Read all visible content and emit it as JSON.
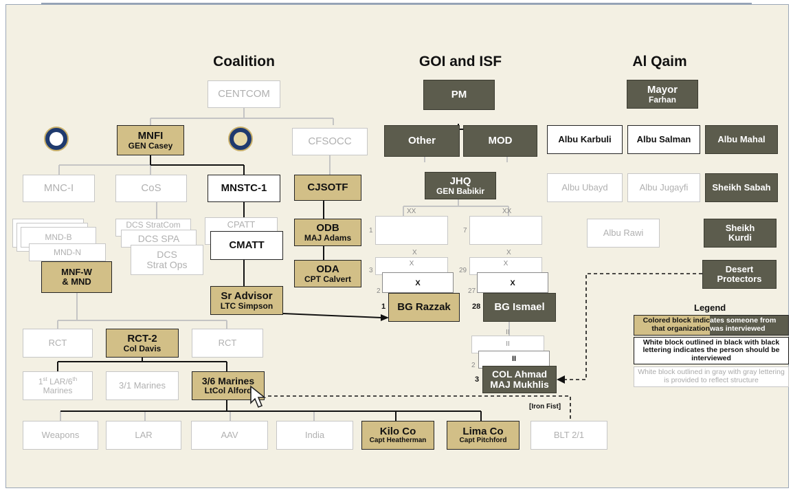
{
  "headings": {
    "coalition": "Coalition",
    "goi": "GOI and ISF",
    "alqaim": "Al Qaim"
  },
  "coalition": {
    "centcom": "CENTCOM",
    "mnfi": {
      "line1": "MNFI",
      "line2": "GEN Casey"
    },
    "cfsocc": "CFSOCC",
    "mnci": "MNC-I",
    "cos": "CoS",
    "mnstc": "MNSTC-1",
    "cjsotf": "CJSOTF",
    "mndb": "MND-B",
    "mndn": "MND-N",
    "mnfw": {
      "line1": "MNF-W",
      "line2": "& MND"
    },
    "dcs_stratcom": "DCS StratCom",
    "dcs_spa": "DCS SPA",
    "dcs_stratops": {
      "line1": "DCS",
      "line2": "Strat Ops"
    },
    "cpatt": "CPATT",
    "cmatt": "CMATT",
    "odb": {
      "line1": "ODB",
      "line2": "MAJ Adams"
    },
    "oda": {
      "line1": "ODA",
      "line2": "CPT Calvert"
    },
    "sradvisor": {
      "line1": "Sr Advisor",
      "line2": "LTC Simpson"
    },
    "rct_left": "RCT",
    "rct2": {
      "line1": "RCT-2",
      "line2": "Col Davis"
    },
    "rct_right": "RCT",
    "lar6": {
      "line1a": "1",
      "sup1": "st",
      "line1b": " LAR/6",
      "sup2": "th",
      "line2": "Marines"
    },
    "marines31": "3/1 Marines",
    "marines36": {
      "line1": "3/6 Marines",
      "line2": "LtCol Alford"
    },
    "weapons": "Weapons",
    "lar": "LAR",
    "aav": "AAV",
    "india": "India",
    "kilo": {
      "line1": "Kilo Co",
      "line2": "Capt Heatherman"
    },
    "lima": {
      "line1": "Lima Co",
      "line2": "Capt Pitchford"
    },
    "blt": "BLT 2/1",
    "ironfist": "[Iron Fist]"
  },
  "goi": {
    "pm": "PM",
    "other": "Other",
    "mod": "MOD",
    "jhq": {
      "line1": "JHQ",
      "line2": "GEN Babikir"
    },
    "xx_left": "XX",
    "xx_right": "XX",
    "num1": "1",
    "num7": "7",
    "num3": "3",
    "num29": "29",
    "num2": "2",
    "num27": "27",
    "num1b": "1",
    "num28": "28",
    "num2b": "2",
    "num3b": "3",
    "x_a": "X",
    "x_b": "X",
    "x_c": "X",
    "x_d": "X",
    "x_e": "X",
    "x_f": "X",
    "ii_a": "II",
    "ii_b": "II",
    "ii_c": "II",
    "razzak": "BG Razzak",
    "ismael": "BG Ismael",
    "ahmad": {
      "line1": "COL Ahmad",
      "line2": "MAJ Mukhlis"
    }
  },
  "alqaim": {
    "mayor": {
      "line1": "Mayor",
      "line2": "Farhan"
    },
    "karbuli": "Albu Karbuli",
    "salman": "Albu Salman",
    "mahal": "Albu Mahal",
    "ubayd": "Albu Ubayd",
    "jugayfi": "Albu Jugayfi",
    "sabah": "Sheikh Sabah",
    "rawi": "Albu Rawi",
    "kurdi": {
      "line1": "Sheikh",
      "line2": "Kurdi"
    },
    "desert": {
      "line1": "Desert",
      "line2": "Protectors"
    }
  },
  "legend": {
    "title": "Legend",
    "tan_part": "Colored block indic",
    "dark_part": "ates someone from",
    "tan_part2": "that organization",
    "dark_part2": "was interviewed",
    "white": "White block outlined in black with black lettering indicates the person should be interviewed",
    "gray": "White block outlined in gray with gray lettering is provided to reflect structure"
  },
  "icons": {
    "cia_seal": "cia-seal-icon",
    "state_seal": "state-dept-seal-icon",
    "cursor": "mouse-pointer-icon"
  },
  "colors": {
    "tan": "#d2bf87",
    "dark": "#5c5c4d",
    "background": "#f3f0e3"
  }
}
